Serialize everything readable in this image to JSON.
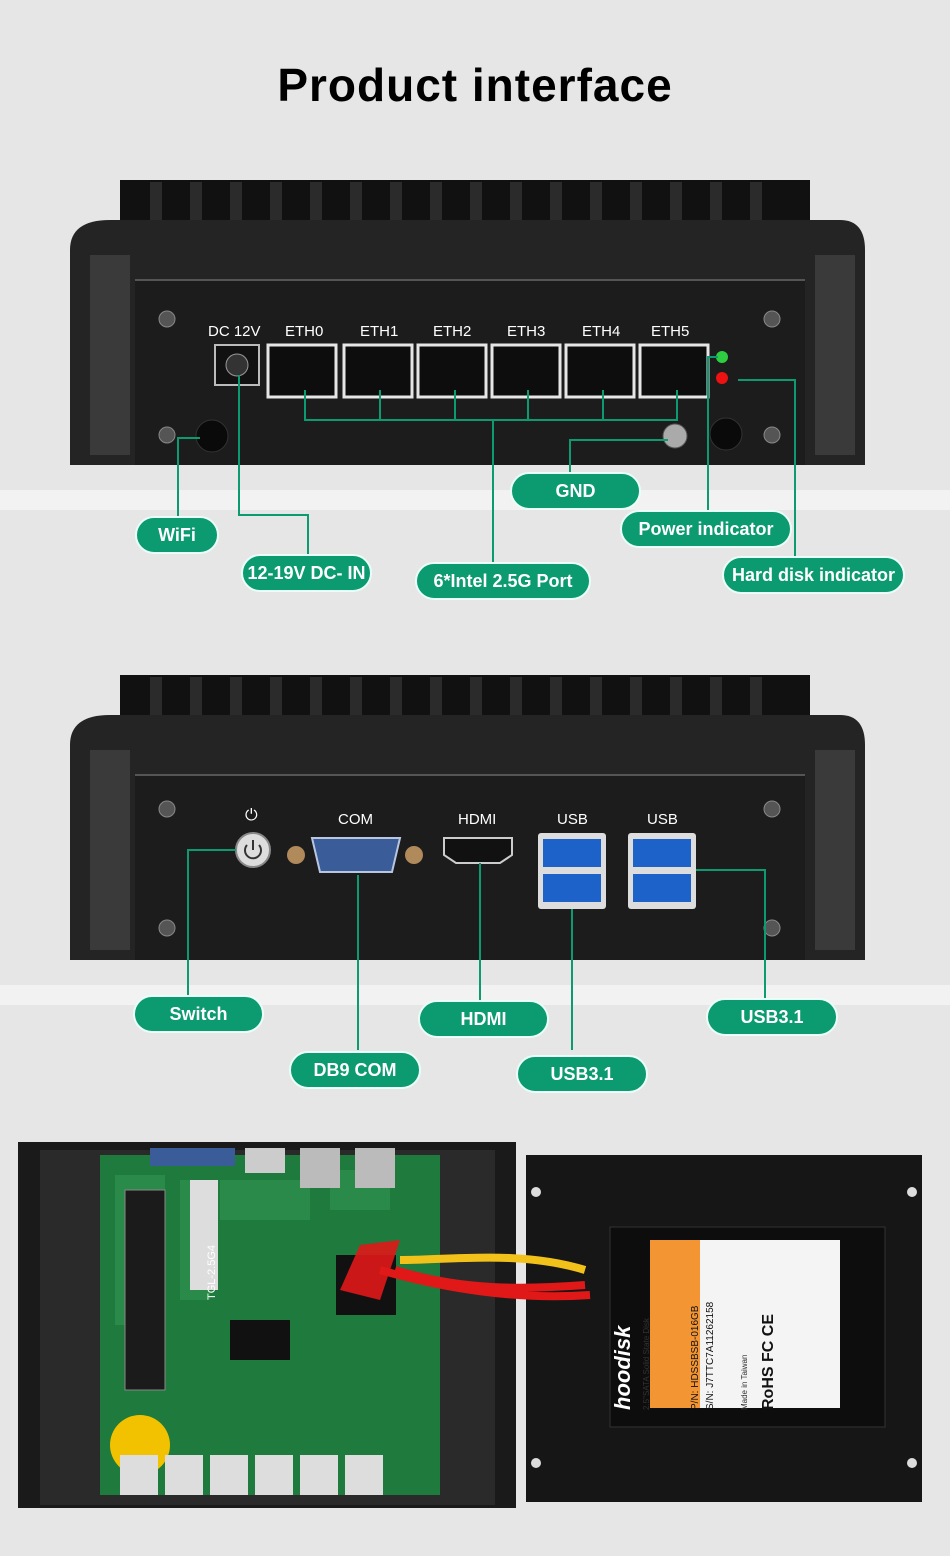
{
  "title": "Product interface",
  "panel1": {
    "ports": [
      "DC 12V",
      "ETH0",
      "ETH1",
      "ETH2",
      "ETH3",
      "ETH4",
      "ETH5"
    ],
    "callouts": {
      "wifi": "WiFi",
      "dc_in": "12-19V DC- IN",
      "eth": "6*Intel 2.5G Port",
      "gnd": "GND",
      "power": "Power indicator",
      "hdd": "Hard disk indicator"
    }
  },
  "panel2": {
    "ports": {
      "com": "COM",
      "hdmi": "HDMI",
      "usb_a": "USB",
      "usb_b": "USB"
    },
    "callouts": {
      "switch": "Switch",
      "db9": "DB9 COM",
      "hdmi": "HDMI",
      "usb_mid": "USB3.1",
      "usb_right": "USB3.1"
    }
  },
  "ssd": {
    "brand": "hoodisk",
    "desc": "2.5\"SATA Solid State Disk",
    "pn": "P/N: HDSSBSB-016GB",
    "sn": "S/N: J7TTC7A11262158",
    "made": "Made in Taiwan",
    "marks": "RoHS FC CE"
  },
  "board_label": "TGL-2.5G4",
  "colors": {
    "accent": "#0c9a70",
    "background": "#e6e6e6",
    "device": "#1c1c1c"
  }
}
